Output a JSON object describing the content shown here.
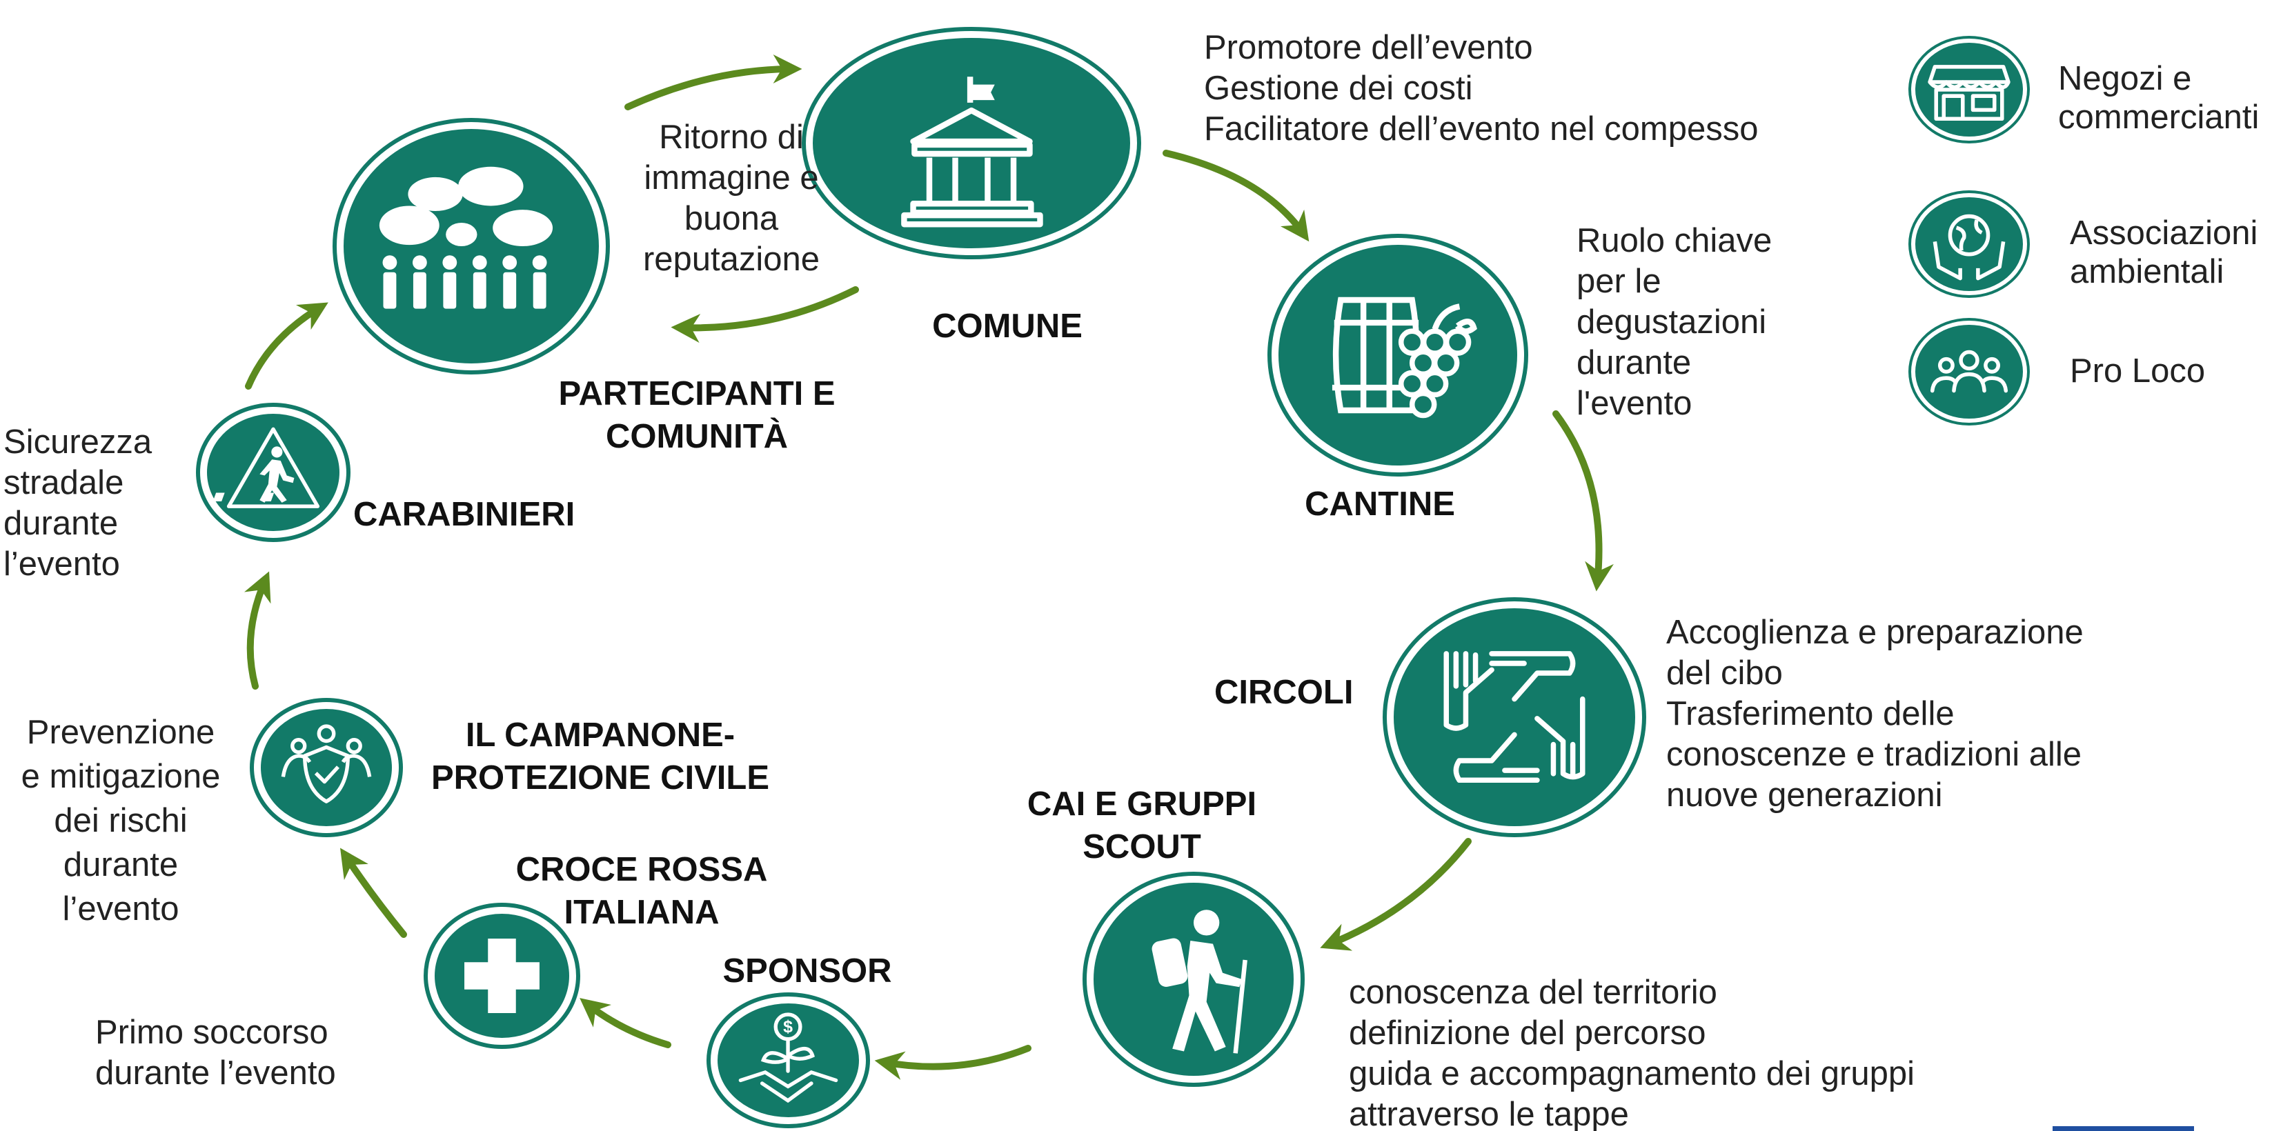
{
  "colors": {
    "node_fill": "#127a68",
    "arrow": "#5b8a1e",
    "text": "#222222",
    "accent_line": "#1f4fa0"
  },
  "nodes": {
    "comune": {
      "label": "COMUNE",
      "icon": "town-hall-icon"
    },
    "cantine": {
      "label": "CANTINE",
      "icon": "wine-barrel-grapes-icon"
    },
    "circoli": {
      "label": "CIRCOLI",
      "icon": "joined-hands-icon"
    },
    "cai": {
      "label_lines": [
        "CAI E GRUPPI",
        "SCOUT"
      ],
      "icon": "hiker-icon"
    },
    "sponsor": {
      "label": "SPONSOR",
      "icon": "money-plant-handshake-icon"
    },
    "croce_rossa": {
      "label_lines": [
        "CROCE ROSSA",
        "ITALIANA"
      ],
      "icon": "medical-cross-icon"
    },
    "protezione_civile": {
      "label_lines": [
        "IL CAMPANONE-",
        "PROTEZIONE CIVILE"
      ],
      "icon": "people-shield-icon"
    },
    "carabinieri": {
      "label": "CARABINIERI",
      "icon": "pedestrian-crossing-icon"
    },
    "partecipanti": {
      "label_lines": [
        "PARTECIPANTI E",
        "COMUNITÀ"
      ],
      "icon": "crowd-speech-bubbles-icon"
    }
  },
  "descriptions": {
    "comune": [
      "Promotore dell’evento",
      "Gestione dei costi",
      "Facilitatore dell’evento nel compesso"
    ],
    "cantine": [
      "Ruolo chiave",
      "per le",
      "degustazioni",
      "durante",
      "l'evento"
    ],
    "circoli": [
      "Accoglienza e preparazione",
      "del cibo",
      "Trasferimento delle",
      "conoscenze e tradizioni alle",
      "nuove generazioni"
    ],
    "cai": [
      "conoscenza del territorio",
      "definizione del percorso",
      "guida e accompagnamento dei gruppi",
      "attraverso le tappe"
    ],
    "croce_rossa": [
      "Primo soccorso",
      "durante l’evento"
    ],
    "protezione_civile": [
      "Prevenzione",
      "e mitigazione",
      "dei rischi",
      "durante",
      "l’evento"
    ],
    "carabinieri": [
      "Sicurezza",
      "stradale",
      "durante",
      "l’evento"
    ],
    "partecipanti": [
      "Ritorno di",
      "immagine e",
      "buona",
      "reputazione"
    ]
  },
  "legend": [
    {
      "icon": "shop-icon",
      "lines": [
        "Negozi e",
        "commercianti"
      ]
    },
    {
      "icon": "globe-hands-icon",
      "lines": [
        "Associazioni",
        "ambientali"
      ]
    },
    {
      "icon": "group-icon",
      "lines": [
        "Pro Loco"
      ]
    }
  ]
}
